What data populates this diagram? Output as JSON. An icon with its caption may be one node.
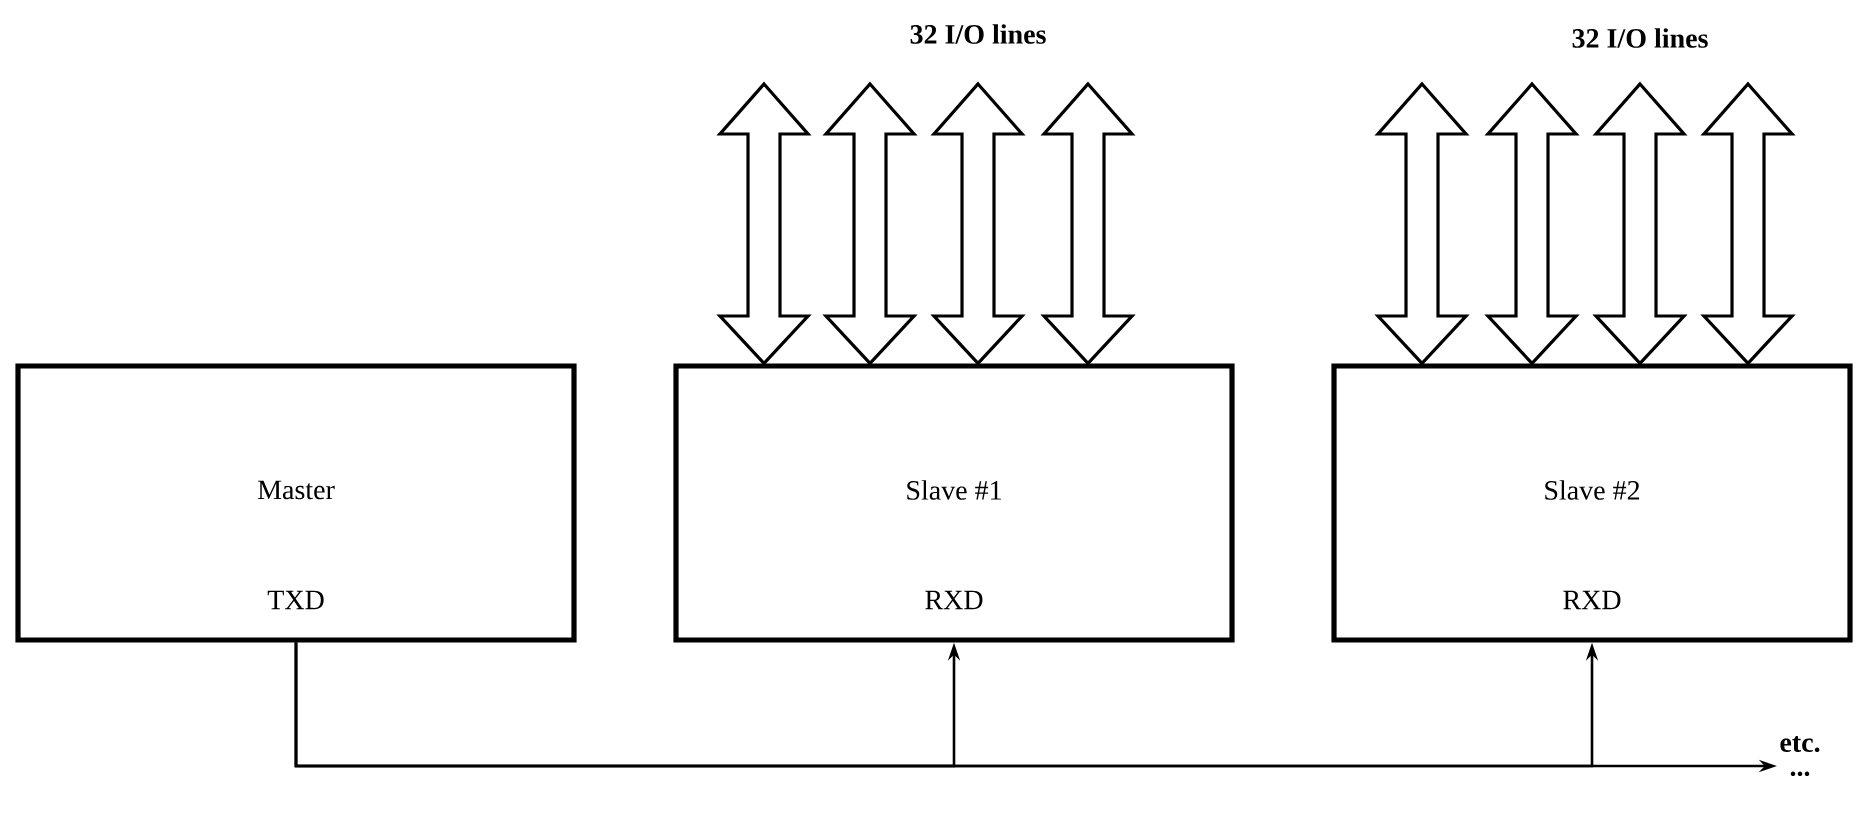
{
  "diagram": {
    "nodes": [
      {
        "text": [
          "Master",
          "TXD"
        ]
      },
      {
        "text": [
          "Slave #1",
          "RXD"
        ]
      },
      {
        "text": [
          "Slave #2",
          "RXD"
        ]
      },
      {
        "text": [
          "etc.",
          "..."
        ]
      }
    ],
    "edges": [
      {
        "from": 0,
        "to": 1,
        "arrow": "to"
      },
      {
        "from": 0,
        "to": 2,
        "arrow": "to"
      },
      {
        "from": 0,
        "to": 3,
        "arrow": "to"
      },
      {
        "from": null,
        "to": 1,
        "arrow": "both"
      },
      {
        "from": null,
        "to": 1,
        "arrow": "both"
      },
      {
        "from": null,
        "to": 1,
        "arrow": "both"
      },
      {
        "from": null,
        "to": 1,
        "arrow": "both"
      },
      {
        "from": null,
        "to": 2,
        "arrow": "both"
      },
      {
        "from": null,
        "to": 2,
        "arrow": "both"
      },
      {
        "from": null,
        "to": 2,
        "arrow": "both"
      },
      {
        "from": null,
        "to": 2,
        "arrow": "both"
      }
    ],
    "labels": [
      "32 I/O lines",
      "32 I/O lines"
    ]
  }
}
